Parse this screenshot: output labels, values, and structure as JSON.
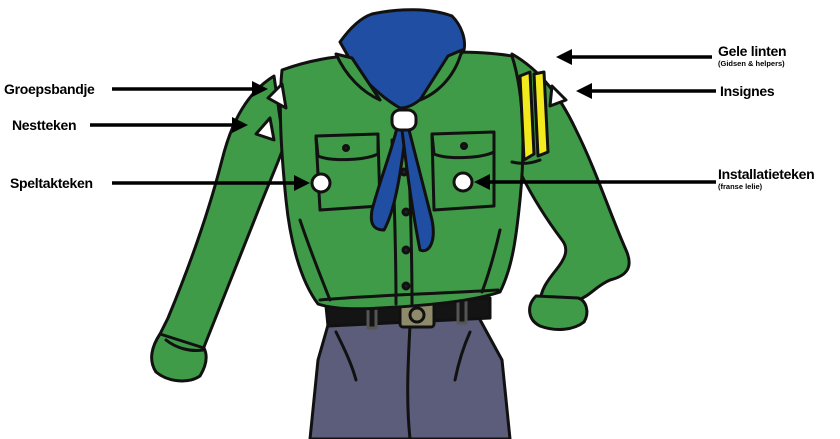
{
  "labels": {
    "groepsbandje": "Groepsbandje",
    "nestteken": "Nestteken",
    "speltakteken": "Speltakteken",
    "gele_linten": "Gele linten",
    "gele_linten_sub": "(Gidsen & helpers)",
    "insignes": "Insignes",
    "installatieteken": "Installatieteken",
    "installatieteken_sub": "(franse lelie)"
  },
  "colors": {
    "shirt": "#3f9b47",
    "scarf": "#1f4ea3",
    "trousers": "#5b5d7a",
    "belt": "#141414",
    "ribbon": "#f2ea1c",
    "outline": "#111111"
  }
}
